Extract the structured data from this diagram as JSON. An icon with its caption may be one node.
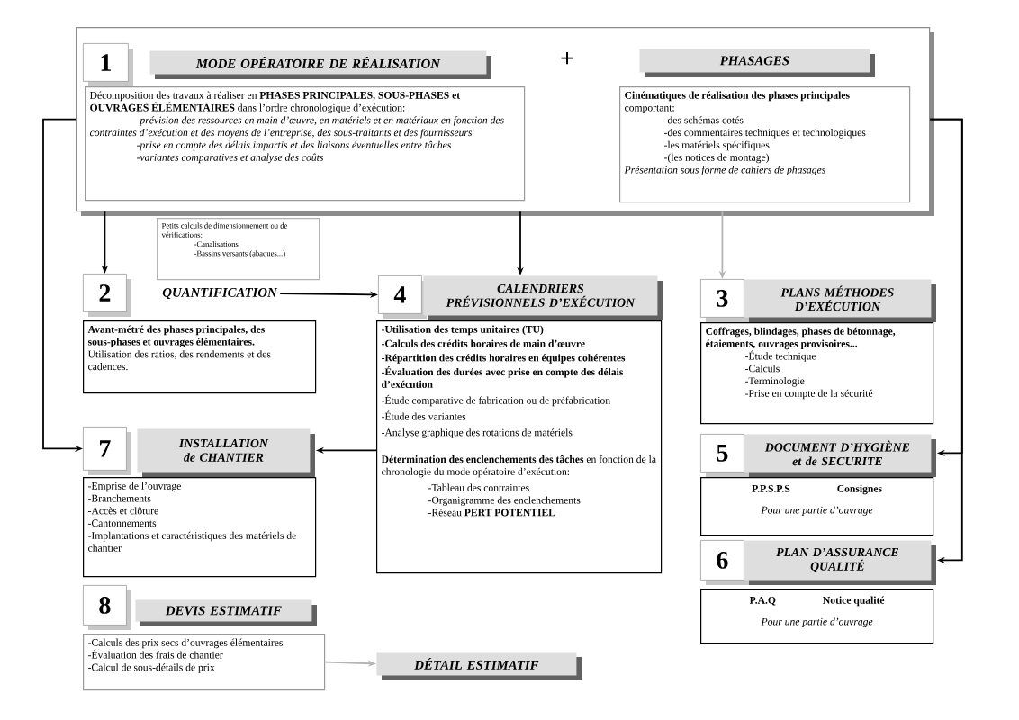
{
  "diagram": {
    "nodes": [
      {
        "text": [],
        "shape": "box"
      },
      {
        "text": [
          "1"
        ],
        "in": 0
      },
      {
        "text": [
          "MODE OPÉRATOIRE DE RÉALISATION"
        ],
        "in": 0
      },
      {
        "text": [
          "Décomposition des travaux à réaliser en **PHASES PRINCIPALES, SOUS-PHASES et OUVRAGES ÉLÉMENTAIRES** dans l’ordre chronologique d’exécution:",
          "-prévision des ressources en main d’œuvre, en matériels et en matériaux en fonction des contraintes d’exécution et des moyens de l’entreprise, des sous-traitants et des fournisseurs",
          "-prise en compte des délais impartis et des liaisons éventuelles entre tâches",
          "-variantes comparatives et analyse des coûts"
        ],
        "in": 0
      },
      {
        "text": [
          "PHASAGES"
        ],
        "in": 0
      },
      {
        "text": [
          "**Cinématiques de réalisation des phases principales** comportant:",
          "-des schémas cotés",
          "-des commentaires techniques et technologiques",
          "-les matériels spécifiques",
          "-(les notices de montage)",
          "Présentation sous forme de cahiers de phasages"
        ],
        "in": 0
      },
      {
        "text": [
          "Petits calculs de dimensionnement ou de vérifications:",
          "-Canalisations",
          "-Bassins versants (abaques...)"
        ]
      },
      {
        "text": [
          "2"
        ]
      },
      {
        "text": [
          "QUANTIFICATION"
        ]
      },
      {
        "text": [
          "Avant-métré des phases principales, des sous-phases et ouvrages élémentaires.",
          "Utilisation des ratios, des rendements et des cadences."
        ]
      },
      {
        "text": [
          "4"
        ]
      },
      {
        "text": [
          "CALENDRIERS PRÉVISIONNELS D’EXÉCUTION"
        ]
      },
      {
        "text": [
          "-Utilisation des temps unitaires (TU)",
          "-Calculs des crédits horaires de main d’œuvre",
          "-Répartition des crédits horaires en équipes cohérentes",
          "-Évaluation des durées avec prise en compte des délais d’exécution",
          "-Étude comparative de fabrication ou de préfabrication",
          "-Étude des variantes",
          "-Analyse graphique des rotations de matériels",
          "**Détermination des enclenchements des tâches** en fonction de la chronologie du mode opératoire d’exécution:",
          "-Tableau des contraintes",
          "-Organigramme des enclenchements",
          "-Réseau **PERT POTENTIEL**"
        ]
      },
      {
        "text": [
          "3"
        ]
      },
      {
        "text": [
          "PLANS MÉTHODES D’EXÉCUTION"
        ]
      },
      {
        "text": [
          "Coffrages, blindages, phases de bétonnage, étaiements, ouvrages provisoires...",
          "-Étude technique",
          "-Calculs",
          "-Terminologie",
          "-Prise en compte de la sécurité"
        ]
      },
      {
        "text": [
          "5"
        ]
      },
      {
        "text": [
          "DOCUMENT D’HYGIÈNE et de SECURITE"
        ]
      },
      {
        "text": [
          "P.P.S.P.S",
          "Consignes",
          "Pour une partie d’ouvrage"
        ]
      },
      {
        "text": [
          "6"
        ]
      },
      {
        "text": [
          "PLAN D’ASSURANCE QUALITÉ"
        ]
      },
      {
        "text": [
          "P.A.Q",
          "Notice qualité",
          "Pour une partie d’ouvrage"
        ]
      },
      {
        "text": [
          "7"
        ]
      },
      {
        "text": [
          "INSTALLATION de CHANTIER"
        ]
      },
      {
        "text": [
          "-Emprise de l’ouvrage",
          "-Branchements",
          "-Accès et clôture",
          "-Cantonnements",
          "-Implantations et caractéristiques des matériels de chantier"
        ]
      },
      {
        "text": [
          "8"
        ]
      },
      {
        "text": [
          "DEVIS ESTIMATIF"
        ]
      },
      {
        "text": [
          "-Calculs des prix secs d’ouvrages élémentaires",
          "-Évaluation des frais de chantier",
          "-Calcul de sous-détails de prix"
        ]
      },
      {
        "text": [
          "DÉTAIL ESTIMATIF"
        ]
      }
    ],
    "edges": [
      {
        "from": 0,
        "to": 7,
        "arrow": "to"
      },
      {
        "from": 0,
        "to": 22,
        "arrow": "to"
      },
      {
        "from": 8,
        "to": 10,
        "arrow": "to"
      },
      {
        "from": 0,
        "to": 11,
        "arrow": "to"
      },
      {
        "from": 0,
        "to": 13,
        "arrow": "to",
        "color": "#b4b4b4"
      },
      {
        "from": 0,
        "to": 17,
        "arrow": "to"
      },
      {
        "from": 0,
        "to": 20,
        "arrow": "to"
      },
      {
        "from": 12,
        "to": 23,
        "arrow": "to"
      },
      {
        "from": 27,
        "to": 28,
        "arrow": "to",
        "color": "#b4b4b4"
      }
    ],
    "labels": [
      "+"
    ]
  }
}
